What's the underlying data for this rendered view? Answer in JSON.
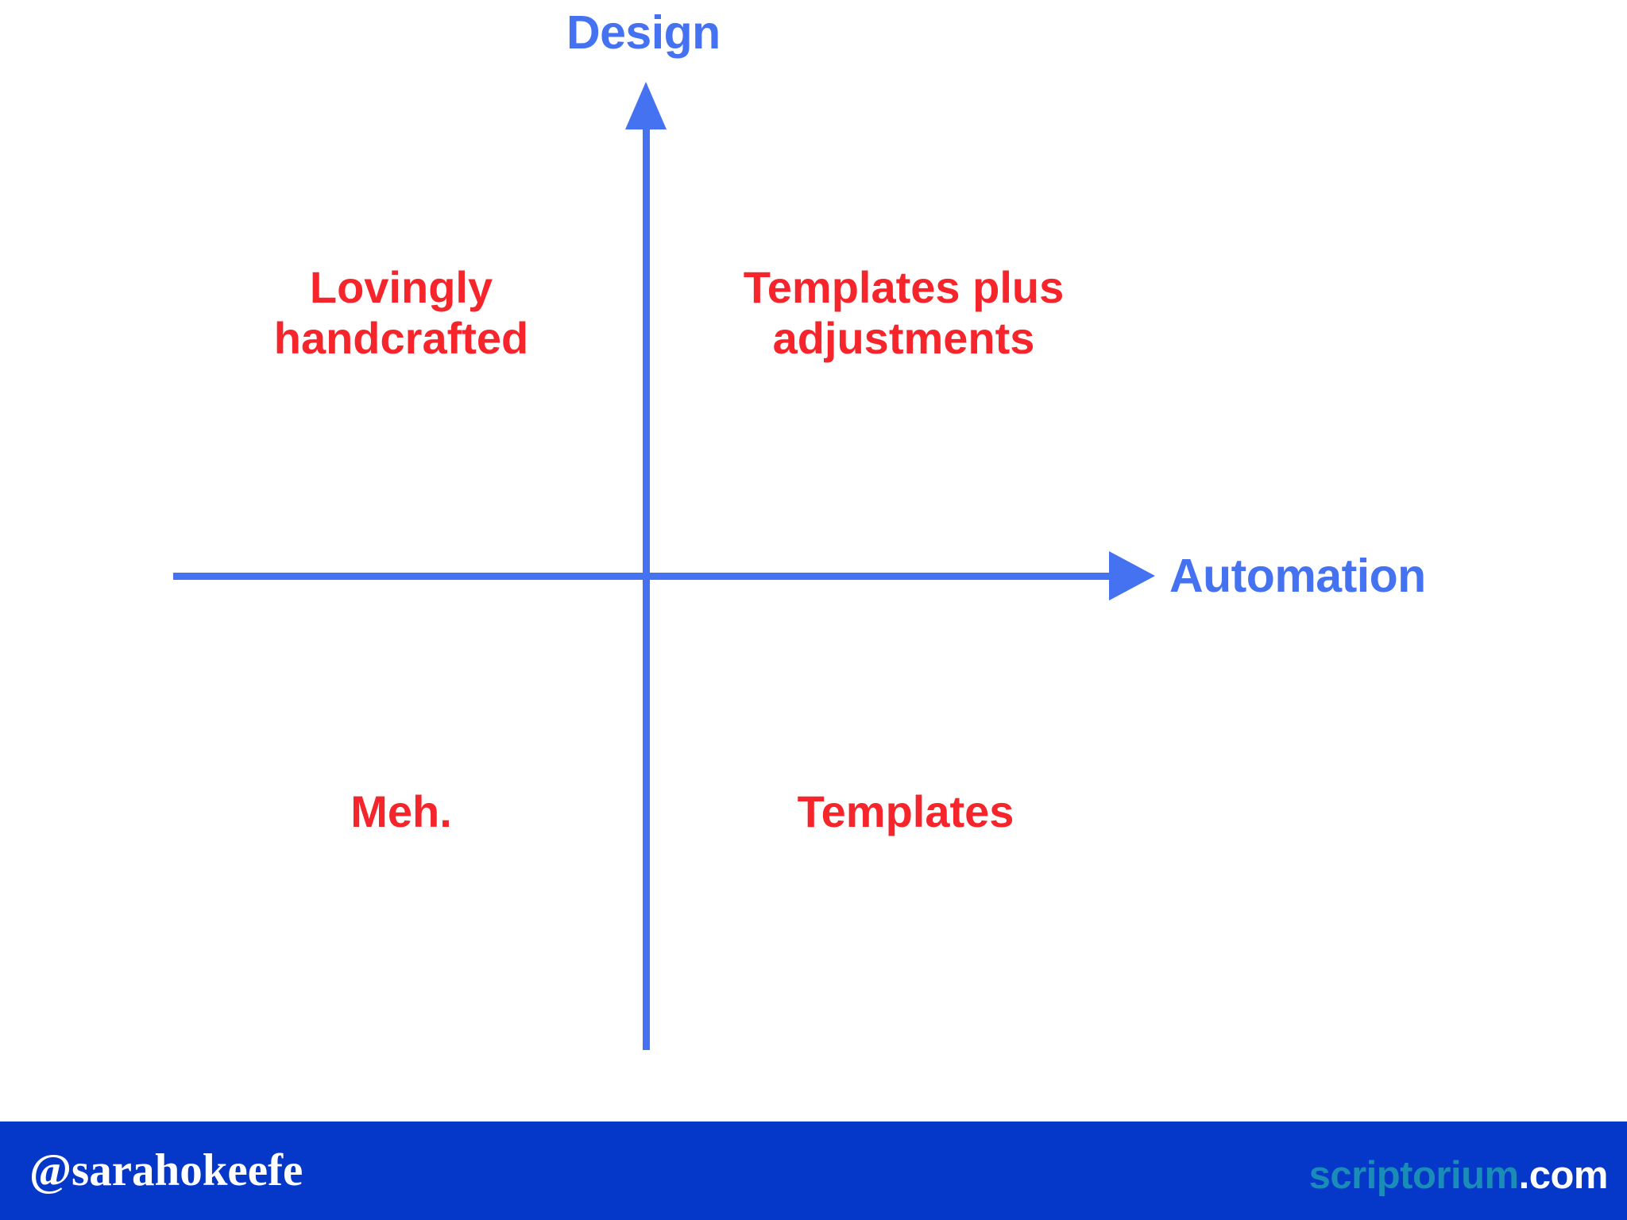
{
  "chart_data": {
    "type": "scatter",
    "title": "",
    "subtitle": "",
    "xlabel": "Automation",
    "ylabel": "Design",
    "x_axis_label": "Automation",
    "y_axis_label": "Design",
    "grid": false,
    "legend": "none",
    "axes_style": "two-arrow quadrant matrix, origin at center",
    "axis_color": "#4472F0",
    "label_color": "#F5252B",
    "quadrants": [
      {
        "position": "top-left",
        "x": "low automation",
        "y": "high design",
        "label": "Lovingly\nhandcrafted"
      },
      {
        "position": "top-right",
        "x": "high automation",
        "y": "high design",
        "label": "Templates plus\nadjustments"
      },
      {
        "position": "bottom-left",
        "x": "low automation",
        "y": "low design",
        "label": "Meh."
      },
      {
        "position": "bottom-right",
        "x": "high automation",
        "y": "low design",
        "label": "Templates"
      }
    ]
  },
  "chart": {
    "y_axis": {
      "label": "Design",
      "arrow": "up-arrow-icon"
    },
    "x_axis": {
      "label": "Automation",
      "arrow": "right-arrow-icon"
    },
    "quadrant_labels": {
      "top_left": "Lovingly\nhandcrafted",
      "top_right": "Templates plus\nadjustments",
      "bottom_left": "Meh.",
      "bottom_right": "Templates"
    }
  },
  "footer": {
    "handle": "@sarahokeefe",
    "brand_name": "scriptorium",
    "brand_tld": ".com",
    "background_color": "#0537C8",
    "brand_name_color": "#1A8CB8",
    "brand_tld_color": "#FFFFFF"
  }
}
